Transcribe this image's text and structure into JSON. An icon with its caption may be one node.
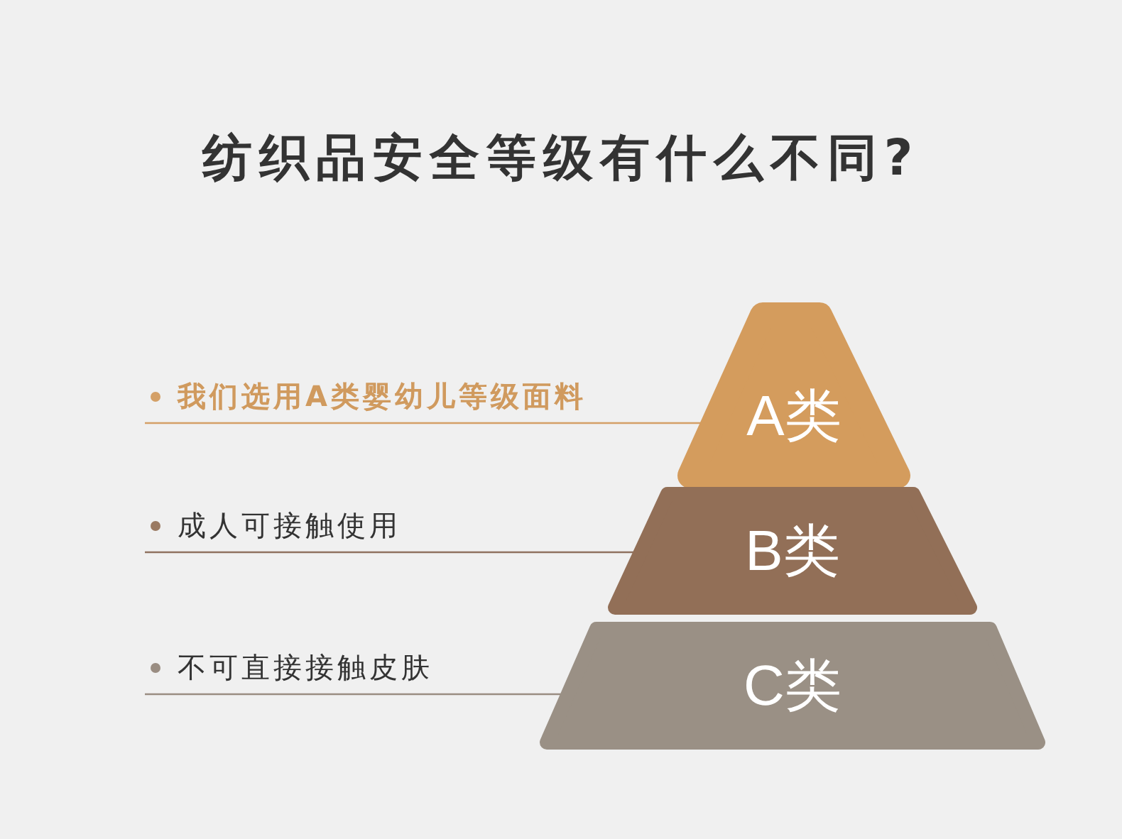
{
  "diagram": {
    "title": "纺织品安全等级有什么不同?",
    "nodes": [
      {
        "text": [
          "我们选用A类婴幼儿等级面料"
        ]
      },
      {
        "text": [
          "成人可接触使用"
        ]
      },
      {
        "text": [
          "不可直接接触皮肤"
        ]
      },
      {
        "text": [
          "A类"
        ]
      },
      {
        "text": [
          "B类"
        ]
      },
      {
        "text": [
          "C类"
        ]
      }
    ],
    "edges": [
      {
        "from": 0,
        "to": 3,
        "arrow": "none",
        "color": "#d4a067"
      },
      {
        "from": 1,
        "to": 4,
        "arrow": "none",
        "color": "#8f7260"
      },
      {
        "from": 2,
        "to": 5,
        "arrow": "none",
        "color": "#9a8d82"
      }
    ]
  }
}
